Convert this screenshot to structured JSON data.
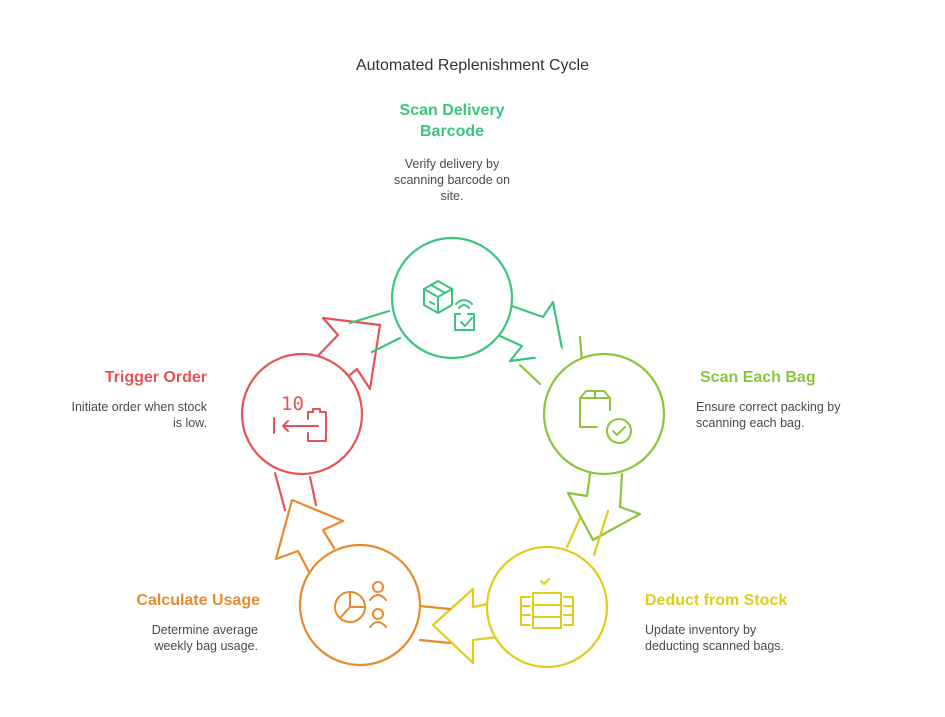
{
  "title": "Automated Replenishment Cycle",
  "colors": {
    "scan_delivery": "#3cc47c",
    "scan_bag": "#8cc43c",
    "deduct": "#e0cc1c",
    "calculate": "#e88a2c",
    "trigger": "#e45454"
  },
  "steps": [
    {
      "title": "Scan Delivery Barcode",
      "title_line1": "Scan Delivery",
      "title_line2": "Barcode",
      "description_line1": "Verify delivery by",
      "description_line2": "scanning barcode on",
      "description_line3": "site.",
      "icon": "package-scan-icon"
    },
    {
      "title": "Scan Each Bag",
      "description_line1": "Ensure correct packing by",
      "description_line2": "scanning each bag.",
      "icon": "box-check-icon"
    },
    {
      "title": "Deduct from Stock",
      "description_line1": "Update inventory by",
      "description_line2": "deducting scanned bags.",
      "icon": "inventory-stack-icon"
    },
    {
      "title": "Calculate Usage",
      "description_line1": "Determine average",
      "description_line2": "weekly bag usage.",
      "icon": "pie-chart-users-icon"
    },
    {
      "title": "Trigger Order",
      "description_line1": "Initiate order when stock",
      "description_line2": "is low.",
      "icon": "order-trigger-icon",
      "icon_text": "10"
    }
  ]
}
